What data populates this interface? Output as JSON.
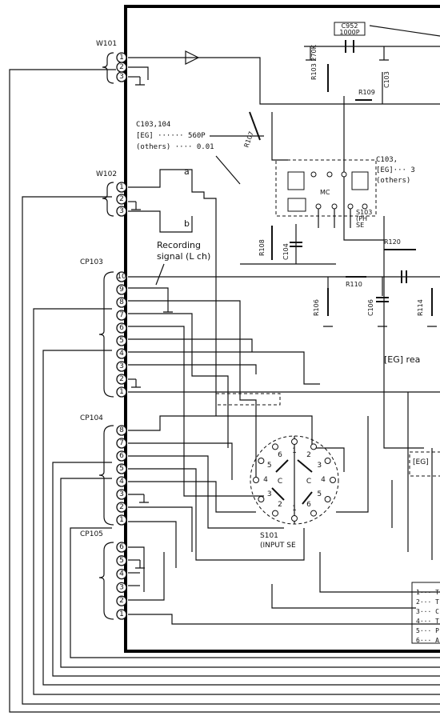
{
  "connectors": {
    "w101": {
      "name": "W101",
      "pins": [
        "1",
        "2",
        "3"
      ]
    },
    "w102": {
      "name": "W102",
      "pins": [
        "1",
        "2",
        "3"
      ],
      "tags": [
        "a",
        "b"
      ]
    },
    "cp103": {
      "name": "CP103",
      "pins": [
        "10",
        "9",
        "8",
        "7",
        "6",
        "5",
        "4",
        "3",
        "2",
        "1"
      ]
    },
    "cp104": {
      "name": "CP104",
      "pins": [
        "8",
        "7",
        "6",
        "5",
        "4",
        "3",
        "2",
        "1"
      ]
    },
    "cp105": {
      "name": "CP105",
      "pins": [
        "6",
        "5",
        "4",
        "3",
        "2",
        "1"
      ]
    }
  },
  "notes": {
    "recording_signal": [
      "Recording",
      "signal (L ch)"
    ],
    "c_note": [
      "C103,104",
      "[EG] ······ 560P",
      "(others) ···· 0.01"
    ],
    "c_note_right": [
      "C103,",
      "[EG]··· 3",
      "(others)"
    ],
    "eg_read": "[EG] rea",
    "eg_lower": "[EG]"
  },
  "components": {
    "c952": {
      "name": "C952",
      "value": "1000P"
    },
    "r103": "R103 270K",
    "r109": "R109",
    "c103": "C103",
    "r107": "R107",
    "r108": "R108",
    "c104": "C104",
    "r110": "R110",
    "r106": "R106",
    "c106": "C106",
    "r114": "R114",
    "r120": "R120",
    "s103": [
      "S103",
      "(PH",
      "SE"
    ],
    "s101": [
      "S101",
      "(INPUT SE"
    ],
    "mic": "MC"
  },
  "switch_pins": [
    "1",
    "2",
    "3",
    "4",
    "5",
    "6",
    "1",
    "2",
    "3",
    "4",
    "5",
    "6"
  ],
  "legend": [
    "1··· T",
    "2··· T",
    "3··· C",
    "4··· T",
    "5··· P",
    "6··· A"
  ]
}
